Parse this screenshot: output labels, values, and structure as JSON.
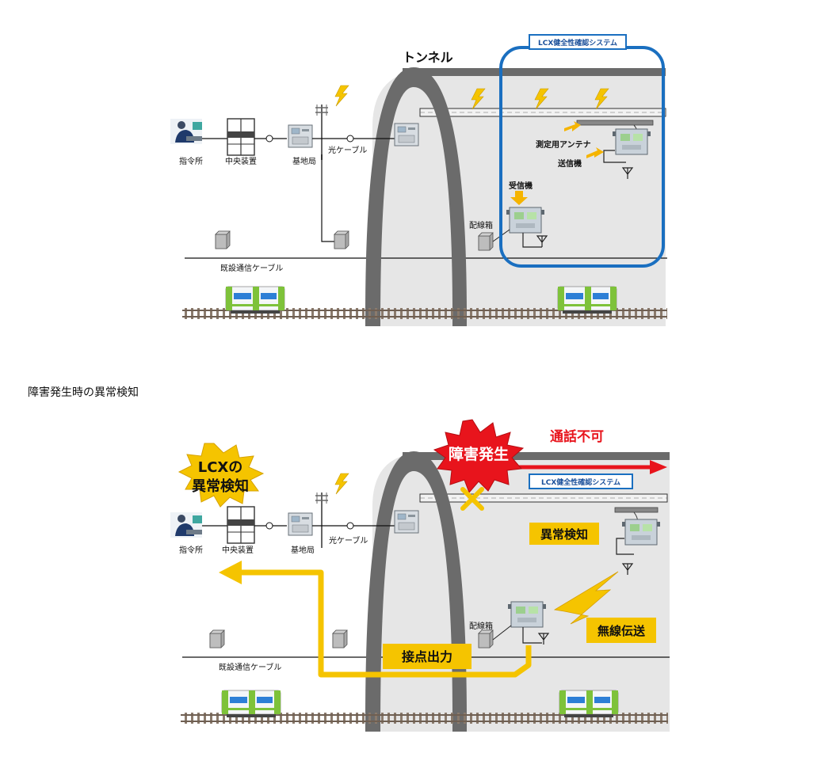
{
  "section_heading": "障害発生時の異常検知",
  "diagram1": {
    "tunnel_label": "トンネル",
    "system_box_label": "LCX健全性確認システム",
    "command_center": "指令所",
    "central_unit": "中央装置",
    "base_station": "基地局",
    "optical_cable": "光ケーブル",
    "measurement_antenna": "測定用アンテナ",
    "transmitter": "送信機",
    "receiver": "受信機",
    "wiring_box": "配線箱",
    "existing_cable": "既設通信ケーブル"
  },
  "diagram2": {
    "lcx_anomaly": [
      "LCXの",
      "異常検知"
    ],
    "failure": "障害発生",
    "call_impossible": "通話不可",
    "system_box_label": "LCX健全性確認システム",
    "command_center": "指令所",
    "central_unit": "中央装置",
    "base_station": "基地局",
    "optical_cable": "光ケーブル",
    "anomaly_detection": "異常検知",
    "wiring_box": "配線箱",
    "wireless_transmission": "無線伝送",
    "contact_output": "接点出力",
    "existing_cable": "既設通信ケーブル"
  },
  "colors": {
    "tunnel_fill": "#e6e6e6",
    "tunnel_arch": "#6b6b6b",
    "system_blue": "#1a6fc0",
    "yellow": "#f5c400",
    "red": "#e8141c",
    "train_green": "#7ec23a",
    "train_blue": "#2d7fd6",
    "rail": "#8a7a6c"
  }
}
